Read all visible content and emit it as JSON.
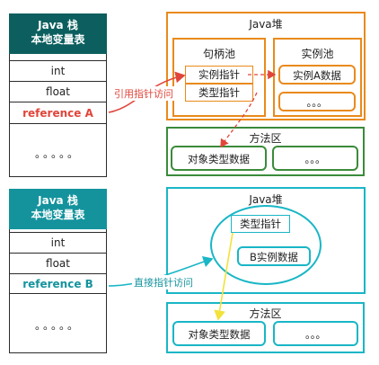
{
  "diagram_a": {
    "stack": {
      "title_line1": "Java 栈",
      "title_line2": "本地变量表",
      "rows": [
        "int",
        "float",
        "reference A"
      ],
      "dots": "。。。。。"
    },
    "heap": {
      "title": "Java堆",
      "handle_pool": {
        "title": "句柄池",
        "items": [
          "实例指针",
          "类型指针"
        ]
      },
      "instance_pool": {
        "title": "实例池",
        "items": [
          "实例A数据",
          "。。。"
        ]
      }
    },
    "method_area": {
      "title": "方法区",
      "items": [
        "对象类型数据",
        "。。。"
      ]
    },
    "arrow_label": "引用指针访问",
    "colors": {
      "stack": "#0d5f5f",
      "heap": "#e98a1c",
      "method": "#3b8b3b",
      "arrow": "#e0453a"
    }
  },
  "diagram_b": {
    "stack": {
      "title_line1": "Java 栈",
      "title_line2": "本地变量表",
      "rows": [
        "int",
        "float",
        "reference B"
      ],
      "dots": "。。。。。"
    },
    "heap": {
      "title": "Java堆",
      "object": {
        "items": [
          "类型指针",
          "B实例数据"
        ]
      }
    },
    "method_area": {
      "title": "方法区",
      "items": [
        "对象类型数据",
        "。。。"
      ]
    },
    "arrow_label": "直接指针访问",
    "colors": {
      "stack": "#14939d",
      "heap": "#19b6c6",
      "arrow": "#19b6c6",
      "type_arrow": "#f2e23a"
    }
  }
}
